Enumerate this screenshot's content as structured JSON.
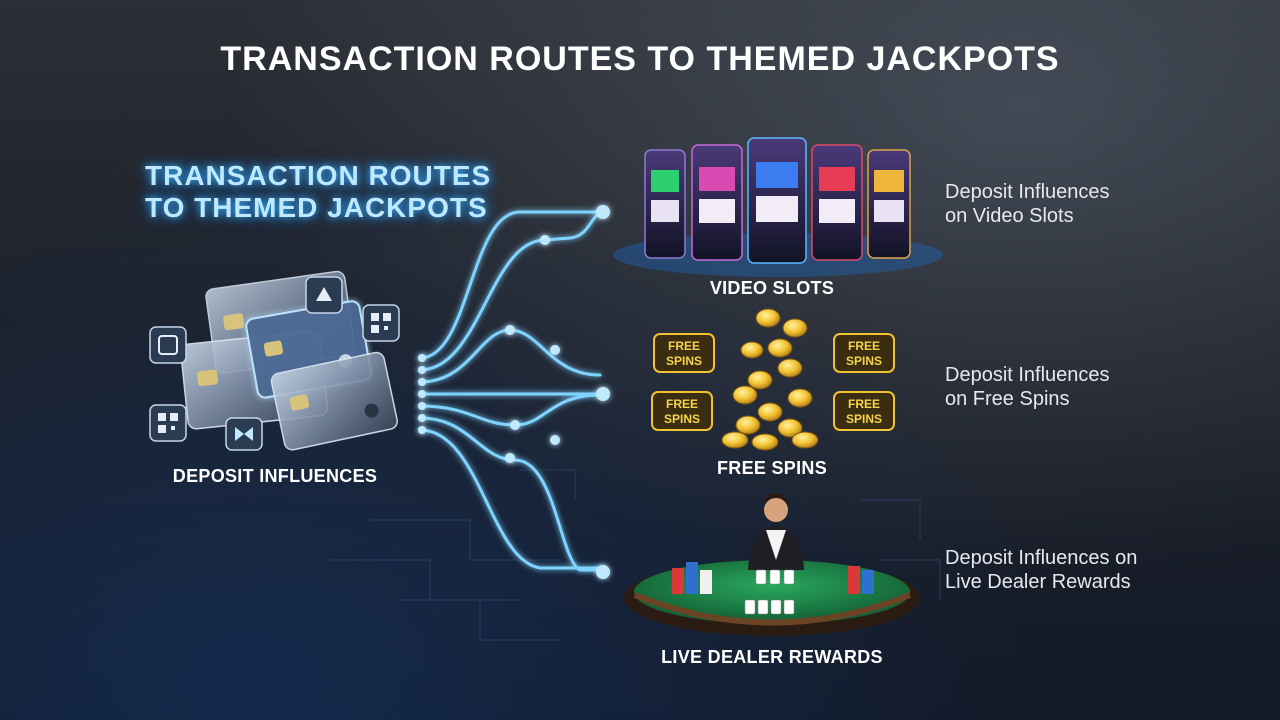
{
  "title": "TRANSACTION ROUTES TO THEMED JACKPOTS",
  "subtitle": {
    "line1": "TRANSACTION ROUTES",
    "line2": "TO THEMED JACKPOTS"
  },
  "source_node": {
    "label": "DEPOSIT INFLUENCES"
  },
  "targets": [
    {
      "label": "VIDEO SLOTS",
      "description_line1": "Deposit Influences",
      "description_line2": "on Video Slots"
    },
    {
      "label": "FREE SPINS",
      "description_line1": "Deposit Influences",
      "description_line2": "on Free Spins",
      "badge_line1": "FREE",
      "badge_line2": "SPINS"
    },
    {
      "label": "LIVE DEALER REWARDS",
      "description_line1": "Deposit Influences on",
      "description_line2": "Live Dealer Rewards"
    }
  ],
  "colors": {
    "route": "#7fd3ff",
    "route_glow": "#2a9df4",
    "gold": "#f2c230",
    "felt": "#1f8a4c"
  }
}
